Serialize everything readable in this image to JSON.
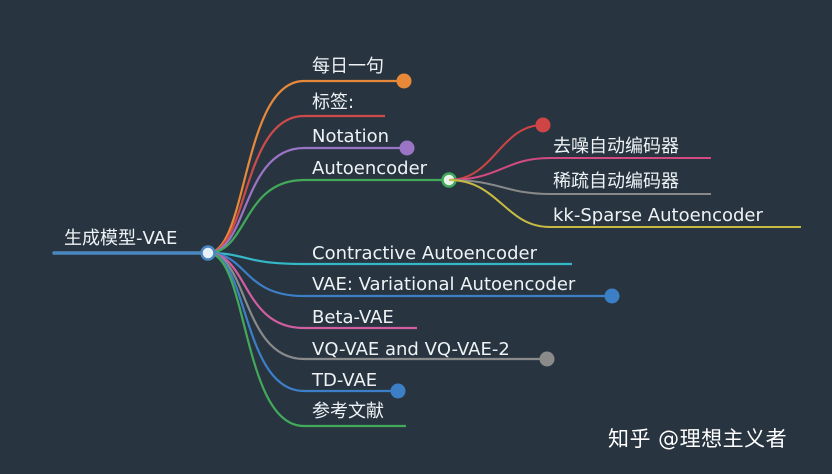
{
  "mindmap": {
    "root": "生成模型-VAE",
    "branches": [
      {
        "id": "daily",
        "label": "每日一句",
        "color": "#e8893a"
      },
      {
        "id": "tags",
        "label": "标签:",
        "color": "#cf4a4a"
      },
      {
        "id": "notation",
        "label": "Notation",
        "color": "#9b74c6"
      },
      {
        "id": "ae",
        "label": "Autoencoder",
        "color": "#43a95a",
        "children": [
          {
            "id": "denoise",
            "label": "去噪自动编码器",
            "color": "#d24a80"
          },
          {
            "id": "sparse",
            "label": "稀疏自动编码器",
            "color": "#888888"
          },
          {
            "id": "kksparse",
            "label": "kk-Sparse Autoencoder",
            "color": "#c8bb43"
          }
        ]
      },
      {
        "id": "contractive",
        "label": "Contractive Autoencoder",
        "color": "#34b8c8"
      },
      {
        "id": "vae",
        "label": "VAE: Variational Autoencoder",
        "color": "#3d7fc6"
      },
      {
        "id": "beta",
        "label": "Beta-VAE",
        "color": "#d05ea0"
      },
      {
        "id": "vqvae",
        "label": "VQ-VAE and VQ-VAE-2",
        "color": "#8a8a8a"
      },
      {
        "id": "tdvae",
        "label": "TD-VAE",
        "color": "#3d7fc6"
      },
      {
        "id": "refs",
        "label": "参考文献",
        "color": "#43a95a"
      }
    ]
  },
  "watermark": "知乎 @理想主义者",
  "colors": {
    "background": "#283540",
    "root_line": "#4a86c0",
    "ae_child_dot": "#cf4444"
  }
}
